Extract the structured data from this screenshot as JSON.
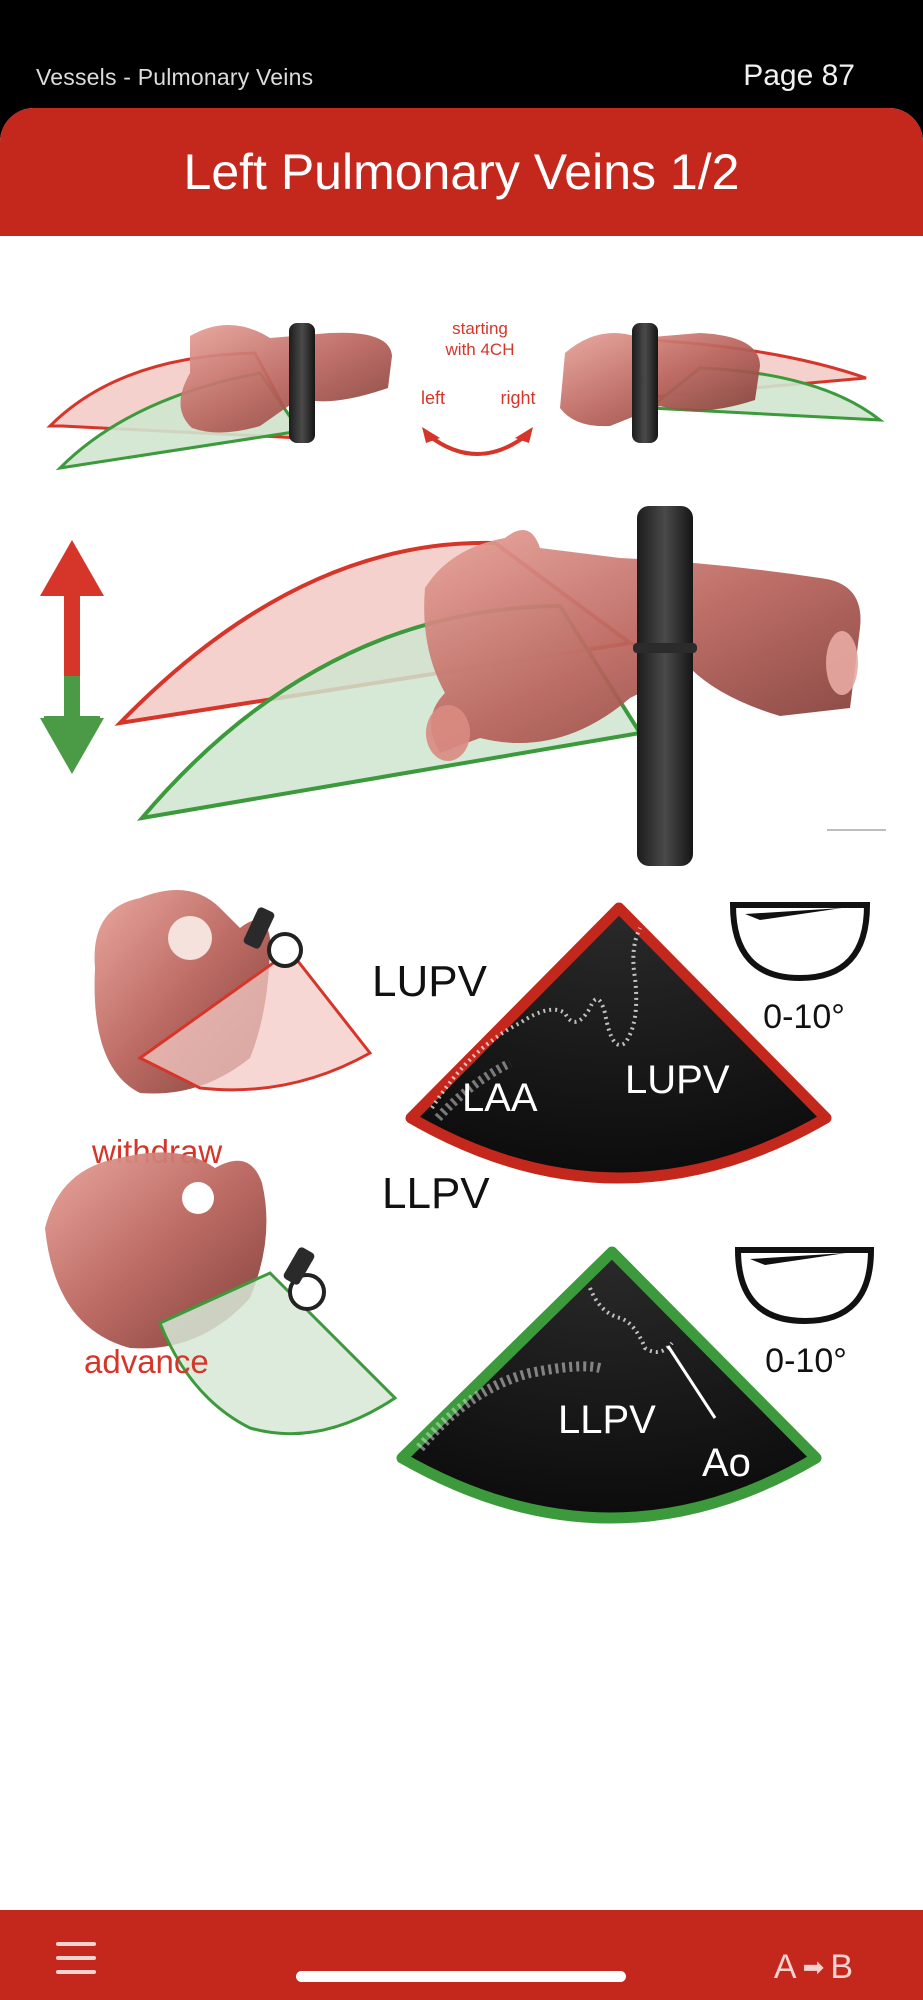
{
  "header": {
    "breadcrumb": "Vessels - Pulmonary Veins",
    "page_label": "Page 87"
  },
  "title": "Left Pulmonary Veins 1/2",
  "top_diagram": {
    "caption_line1": "starting",
    "caption_line2": "with 4CH",
    "left_label": "left",
    "right_label": "right"
  },
  "views": [
    {
      "view_name": "LUPV",
      "probe_action": "withdraw",
      "angle": "0-10°",
      "echo_labels": [
        "LAA",
        "LUPV"
      ],
      "frame_color": "#c4281d"
    },
    {
      "view_name": "LLPV",
      "probe_action": "advance",
      "angle": "0-10°",
      "echo_labels": [
        "LLPV",
        "Ao"
      ],
      "frame_color": "#3c9a3c"
    }
  ],
  "footer": {
    "menu_icon": "hamburger-menu-icon",
    "ab_left": "A",
    "ab_right": "B",
    "ab_icon": "right-arrow-icon"
  },
  "colors": {
    "accent": "#c4281d",
    "green_plane": "#3c9a3c",
    "red_plane": "#d6352a"
  }
}
